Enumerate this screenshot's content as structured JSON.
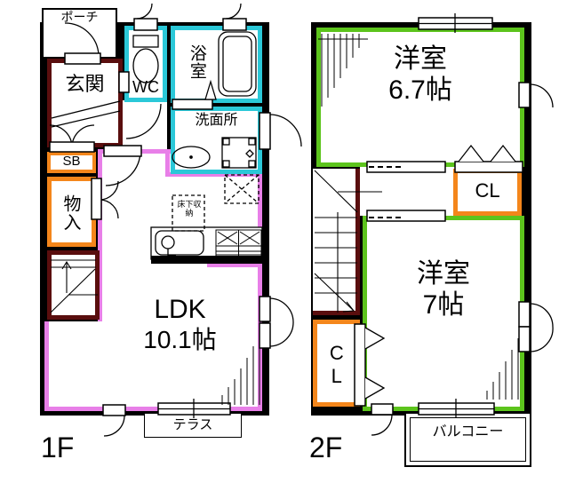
{
  "floor1": {
    "label": "1F",
    "rooms": {
      "porch": "ポーチ",
      "entrance": "玄関",
      "wc": "WC",
      "bath": "浴室",
      "washroom": "洗面所",
      "shoe_box": "SB",
      "storage": "物入",
      "ldk_name": "LDK",
      "ldk_size": "10.1帖",
      "underfloor": "床下収納",
      "terrace": "テラス"
    }
  },
  "floor2": {
    "label": "2F",
    "rooms": {
      "room1_name": "洋室",
      "room1_size": "6.7帖",
      "closet_upper": "CL",
      "room2_name": "洋室",
      "room2_size": "7帖",
      "closet_lower": "CL",
      "balcony": "バルコニー"
    }
  },
  "colors": {
    "wall": "#000000",
    "wet_area": "#2BC8D8",
    "entrance_area": "#5A0E0E",
    "storage_area": "#F4861B",
    "ldk_area": "#E87FE8",
    "bedroom_area": "#5CC41C",
    "background": "#FFFFFF"
  }
}
